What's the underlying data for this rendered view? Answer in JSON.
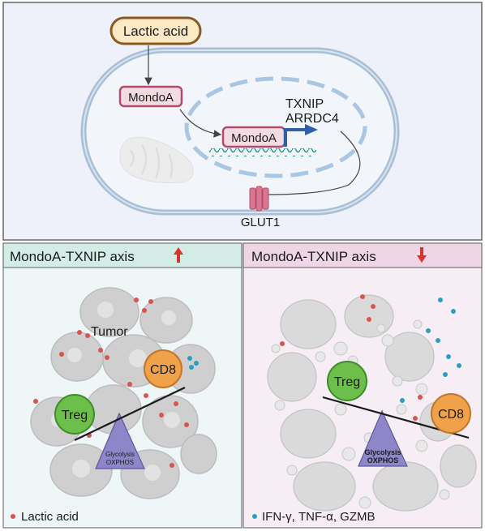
{
  "top_panel": {
    "lactic_acid_label": "Lactic acid",
    "mondoa_cyto_label": "MondoA",
    "mondoa_nuc_label": "MondoA",
    "gene_1": "TXNIP",
    "gene_2": "ARRDC4",
    "glut1_label": "GLUT1"
  },
  "left_panel": {
    "header": "MondoA-TXNIP axis",
    "arrow_direction": "up",
    "tumor_label": "Tumor",
    "cd8_label": "CD8",
    "treg_label": "Treg",
    "triangle_line1": "Glycolysis",
    "triangle_line2": "OXPHOS",
    "legend_text": "Lactic acid",
    "header_bg": "#d4ece6",
    "bg": "#eef6f8"
  },
  "right_panel": {
    "header": "MondoA-TXNIP axis",
    "arrow_direction": "down",
    "cd8_label": "CD8",
    "treg_label": "Treg",
    "triangle_line1": "Glycolysis",
    "triangle_line2": "OXPHOS",
    "legend_text": "IFN-γ, TNF-α, GZMB",
    "header_bg": "#eed6e6",
    "bg": "#f6eef4"
  },
  "colors": {
    "lactic_dot": "#d9534f",
    "cytokine_dot": "#2a9fbf",
    "cd8": "#f0a24a",
    "treg": "#6cbf4a",
    "triangle": "#8e86c8",
    "mondoa_fill": "#f3dbe2",
    "mondoa_stroke": "#b24c6e",
    "lactic_fill": "#fbe8c4",
    "lactic_stroke": "#8a5a20",
    "arrow_red": "#d9342b",
    "gene_arrow": "#2f5fa8"
  }
}
